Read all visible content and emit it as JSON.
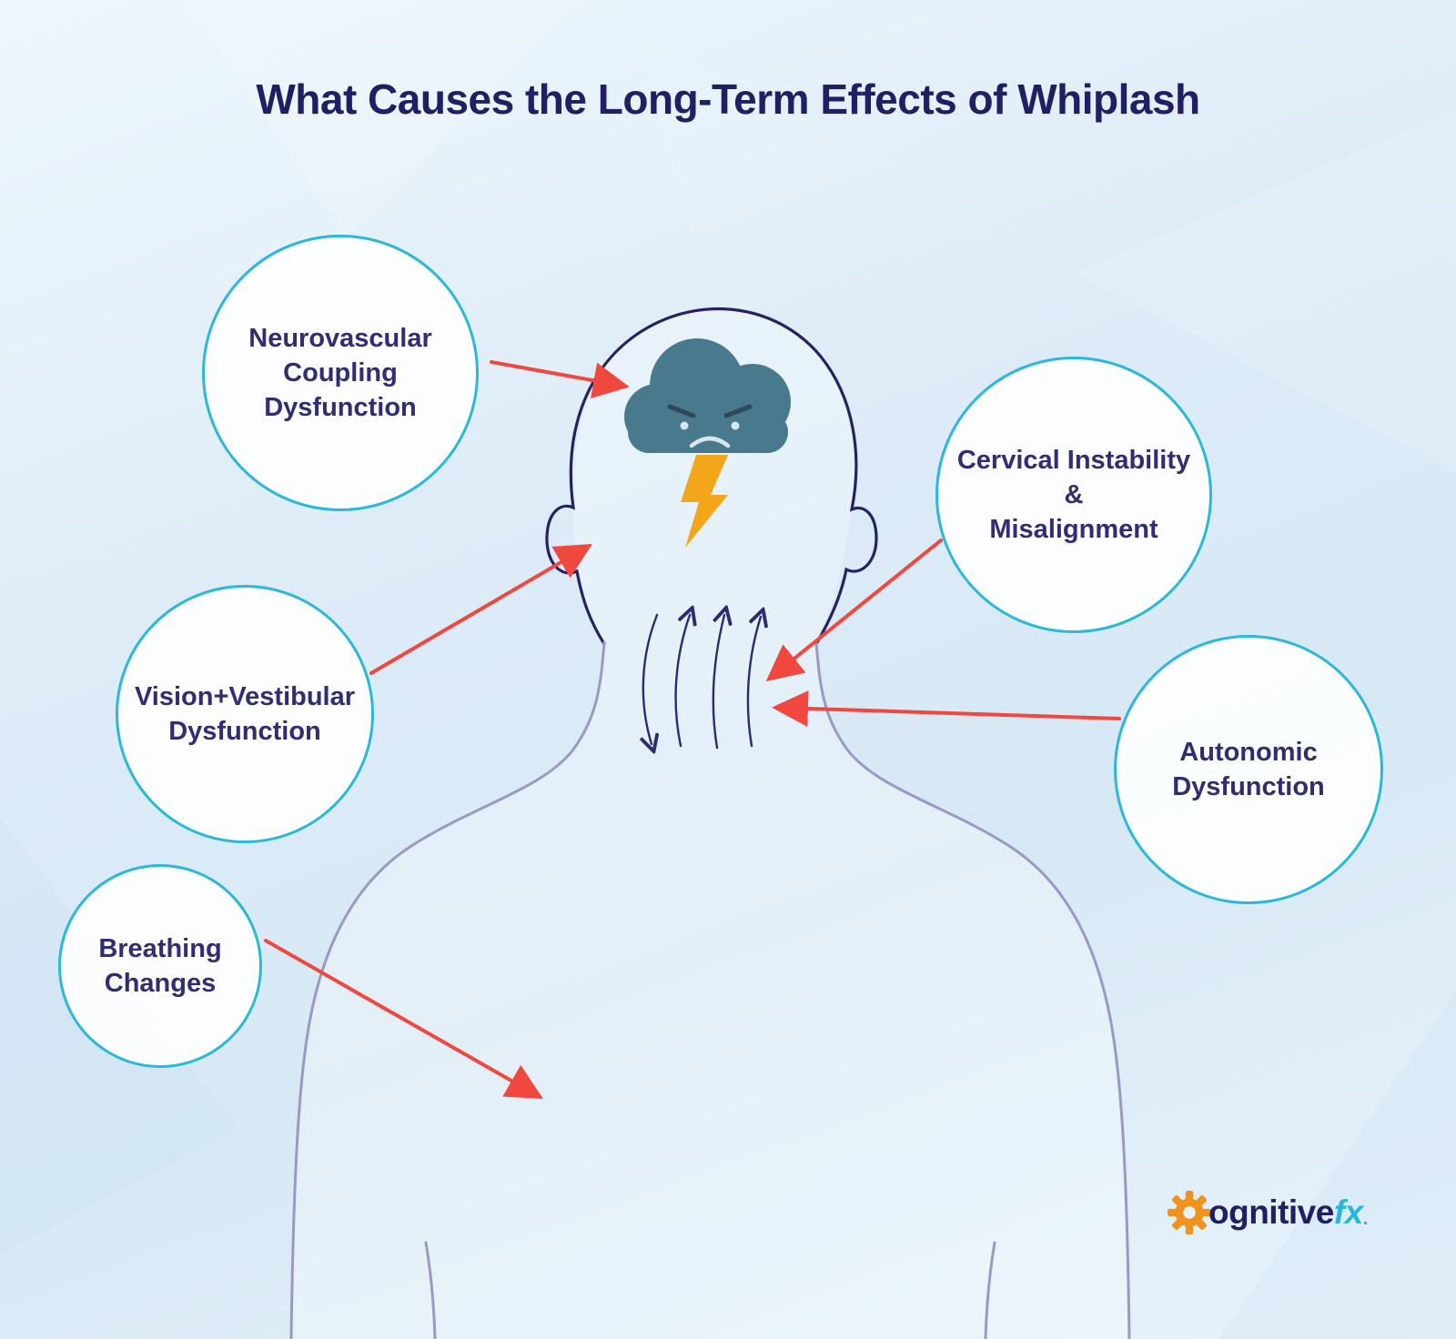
{
  "title": "What Causes the Long-Term Effects of Whiplash",
  "bubbles": [
    {
      "id": "neurovascular-coupling-dysfunction",
      "label": "Neurovascular\nCoupling\nDysfunction"
    },
    {
      "id": "cervical-instability-misalignment",
      "label": "Cervical Instability\n&\nMisalignment"
    },
    {
      "id": "vision-vestibular-dysfunction",
      "label": "Vision+Vestibular\nDysfunction"
    },
    {
      "id": "autonomic-dysfunction",
      "label": "Autonomic\nDysfunction"
    },
    {
      "id": "breathing-changes",
      "label": "Breathing\nChanges"
    }
  ],
  "logo": {
    "word": "ognitive",
    "suffix": "fx",
    "period": "."
  },
  "icons": {
    "storm_cloud": "storm-cloud-icon",
    "lightning": "lightning-bolt-icon",
    "gear": "gear-icon",
    "neck_motion": "neck-motion-arrows"
  },
  "colors": {
    "accent_cyan": "#2bb8da",
    "title_navy": "#221e63",
    "label_navy": "#312d74",
    "arrow_red": "#f0483e",
    "cloud_teal": "#48798d",
    "lightning_orange": "#f2a71b",
    "logo_orange": "#f0921e",
    "head_outline": "#262262",
    "body_outline": "#9a99c6",
    "background_blue": "#dcebf7"
  }
}
